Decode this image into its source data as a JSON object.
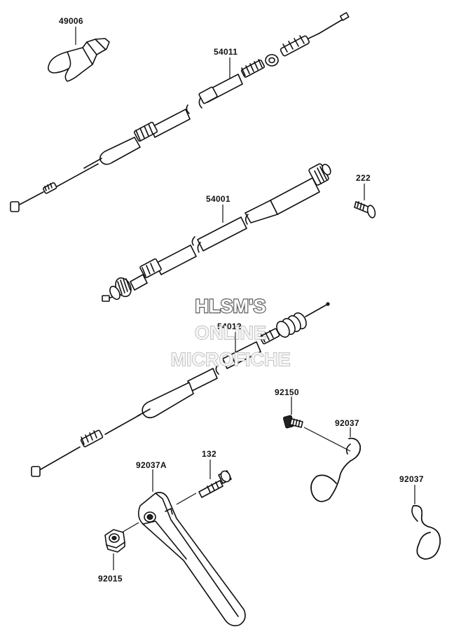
{
  "parts": [
    {
      "id": "p49006",
      "number": "49006"
    },
    {
      "id": "p54011",
      "number": "54011"
    },
    {
      "id": "p222",
      "number": "222"
    },
    {
      "id": "p54001",
      "number": "54001"
    },
    {
      "id": "p54012",
      "number": "54012"
    },
    {
      "id": "p92150",
      "number": "92150"
    },
    {
      "id": "p92037a_right",
      "number": "92037"
    },
    {
      "id": "p92037b_right",
      "number": "92037"
    },
    {
      "id": "p132",
      "number": "132"
    },
    {
      "id": "p92037A",
      "number": "92037A"
    },
    {
      "id": "p92015",
      "number": "92015"
    }
  ],
  "watermark": {
    "line1": "HLSM'S",
    "line2": "ONLINE",
    "line3": "MICROFICHE"
  }
}
